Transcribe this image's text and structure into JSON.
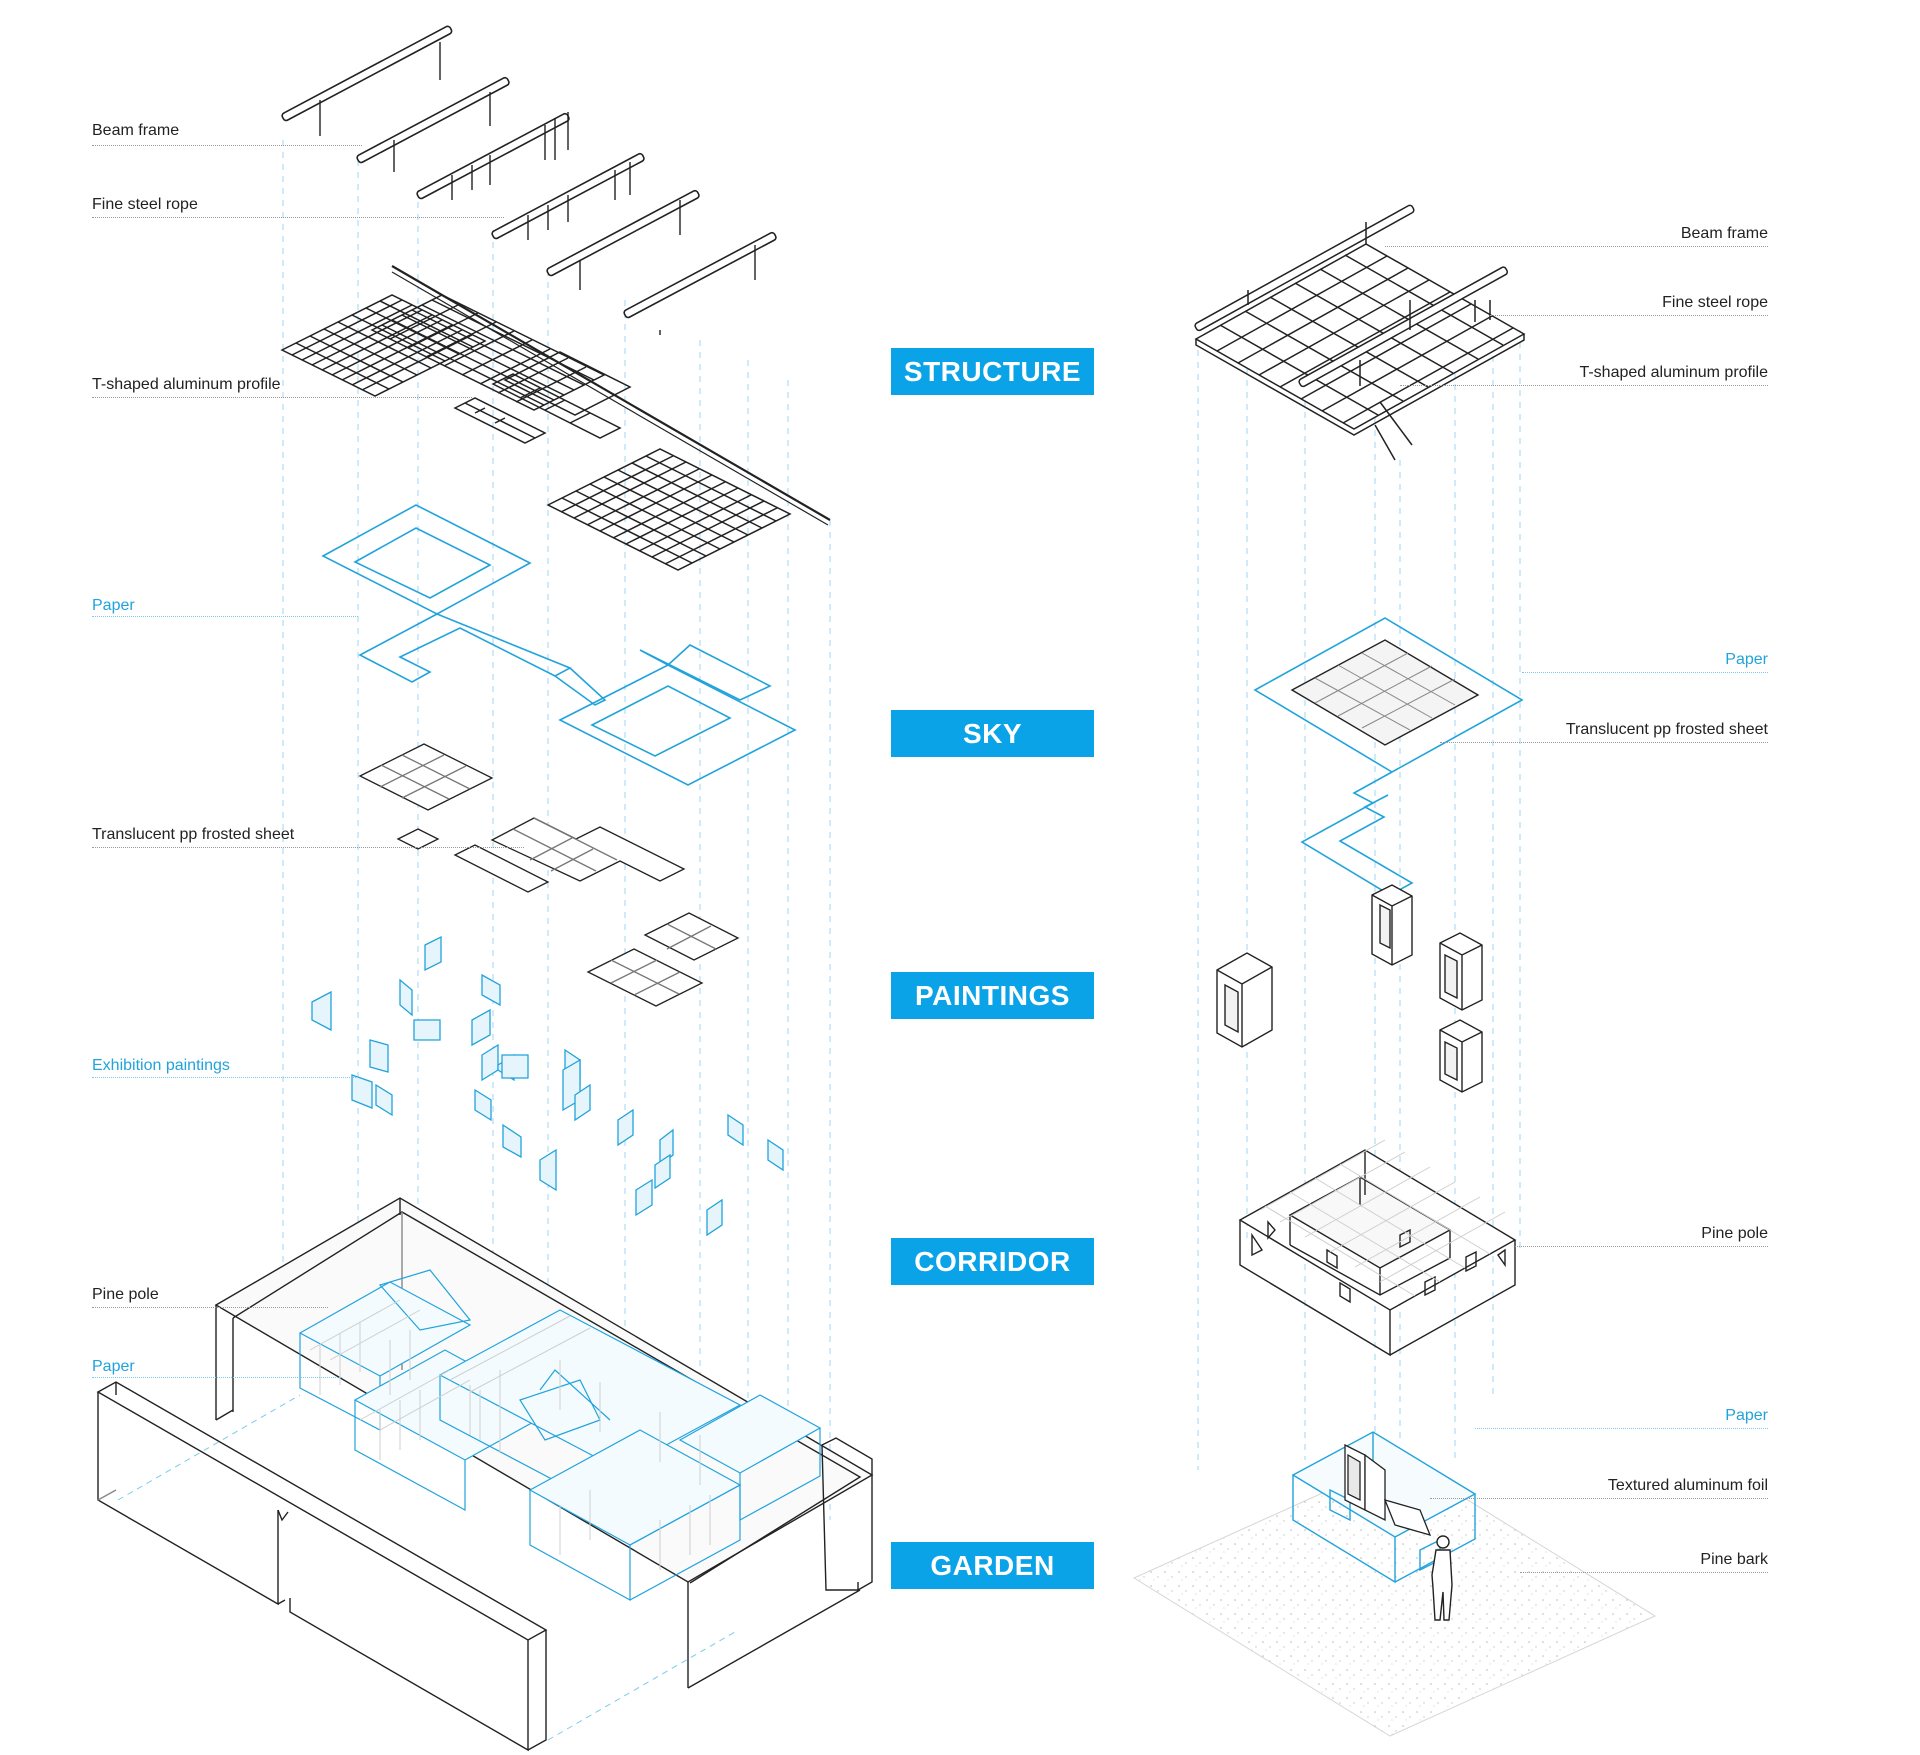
{
  "left_labels": {
    "beam_frame": "Beam frame",
    "fine_steel_rope": "Fine steel rope",
    "t_profile": "T-shaped aluminum profile",
    "paper_sky": "Paper",
    "pp_sheet": "Translucent pp frosted sheet",
    "exhibition_paintings": "Exhibition paintings",
    "pine_pole": "Pine pole",
    "paper_ground": "Paper"
  },
  "right_labels": {
    "beam_frame": "Beam frame",
    "fine_steel_rope": "Fine steel rope",
    "t_profile": "T-shaped aluminum profile",
    "paper_sky": "Paper",
    "pp_sheet": "Translucent pp frosted sheet",
    "pine_pole": "Pine pole",
    "paper_garden": "Paper",
    "foil": "Textured aluminum foil",
    "pine_bark": "Pine bark"
  },
  "layers": {
    "structure": "STRUCTURE",
    "sky": "SKY",
    "paintings": "PAINTINGS",
    "corridor": "CORRIDOR",
    "garden": "GARDEN"
  },
  "colors": {
    "accent_blue": "#0ba3e8",
    "line_blue": "#21a3dc",
    "line_black": "#222222"
  }
}
